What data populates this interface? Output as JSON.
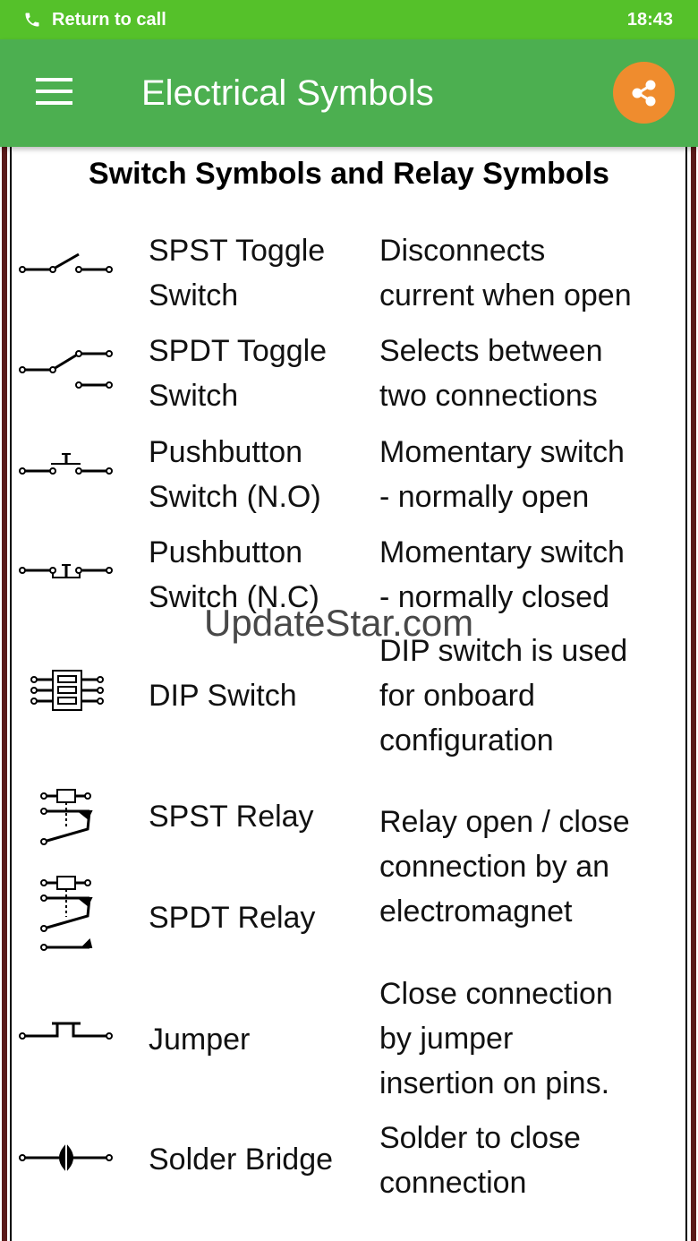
{
  "status_bar": {
    "call_label": "Return to call",
    "time": "18:43"
  },
  "app_bar": {
    "title": "Electrical Symbols",
    "menu_icon": "hamburger-icon",
    "share_icon": "share-icon"
  },
  "colors": {
    "status": "#55c12a",
    "appbar": "#4caf50",
    "share": "#ef8c2e",
    "border": "#5a1a1a"
  },
  "section_heading": "Switch Symbols and Relay Symbols",
  "rows": [
    {
      "name": "SPST Toggle\nSwitch",
      "desc": "Disconnects\ncurrent when open"
    },
    {
      "name": "SPDT Toggle\nSwitch",
      "desc": "Selects between\ntwo connections"
    },
    {
      "name": "Pushbutton\nSwitch (N.O)",
      "desc": "Momentary switch\n- normally open"
    },
    {
      "name": "Pushbutton\nSwitch (N.C)",
      "desc": "Momentary switch\n- normally closed"
    },
    {
      "name": "DIP Switch",
      "desc": "DIP switch is used\nfor onboard\nconfiguration"
    },
    {
      "name": "SPST Relay"
    },
    {
      "name": "SPDT Relay",
      "desc": "Relay open / close\nconnection by an\nelectromagnet"
    },
    {
      "name": "Jumper",
      "desc": "Close connection\nby jumper\ninsertion on pins."
    },
    {
      "name": "Solder Bridge",
      "desc": "Solder to close\nconnection"
    }
  ],
  "watermark": "UpdateStar.com"
}
